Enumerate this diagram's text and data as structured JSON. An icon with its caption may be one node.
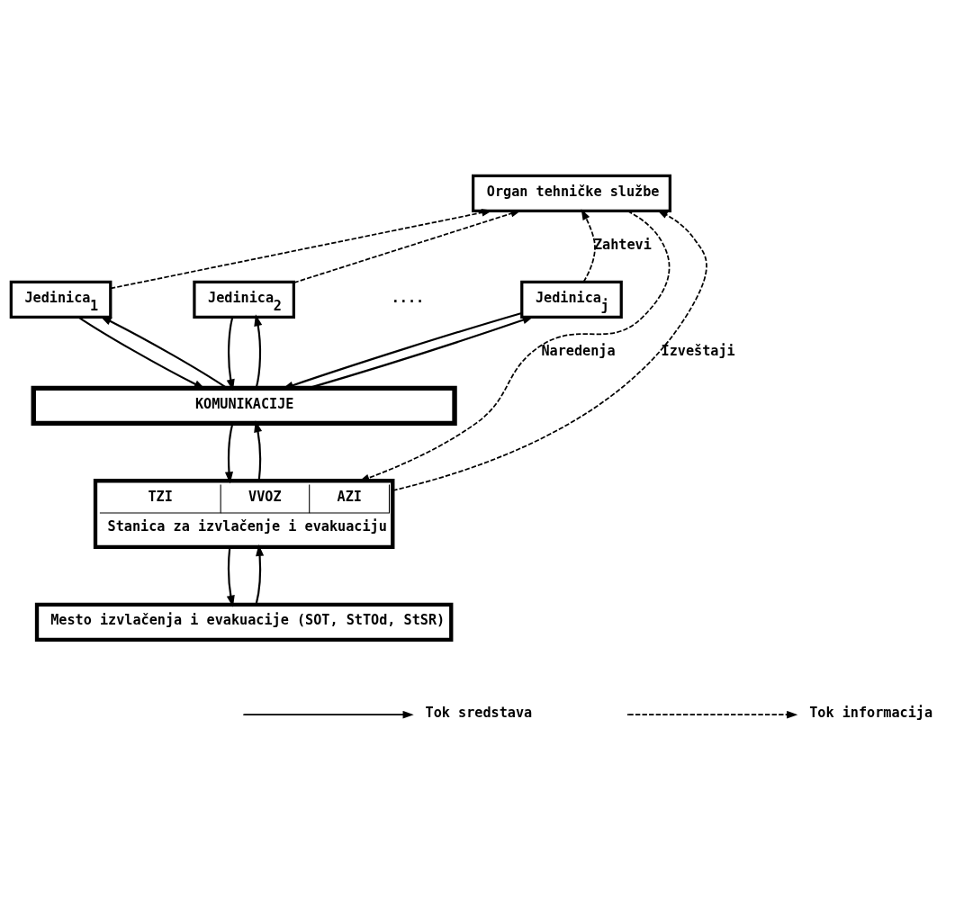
{
  "diagram": {
    "nodes": [
      {
        "text": [
          "Jedinica$_{1}$"
        ]
      },
      {
        "text": [
          "Jedinica$_{2}$"
        ]
      },
      {
        "text": [
          "Jedinica$_{j}$"
        ]
      },
      {
        "text": [
          "Organ tehničke službe"
        ]
      },
      {
        "text": [
          "KOMUNIKACIJE"
        ]
      },
      {
        "text": [
          "TZI",
          "VVOZ",
          "AZI",
          "Stanica za izvlačenje i evakuaciju"
        ]
      },
      {
        "text": [
          "Mesto izvlačenja i evakuacije (SOT, StTOd, StSR)"
        ]
      }
    ],
    "edges": [
      {
        "from": 0,
        "to": 3,
        "arrow": "to",
        "style": "dashed"
      },
      {
        "from": 1,
        "to": 3,
        "arrow": "to",
        "style": "dashed"
      },
      {
        "from": 2,
        "to": 3,
        "arrow": "to",
        "style": "dashed",
        "label": "Zahtevi"
      },
      {
        "from": 0,
        "to": 4,
        "arrow": "to"
      },
      {
        "from": 1,
        "to": 4,
        "arrow": "to"
      },
      {
        "from": 2,
        "to": 4,
        "arrow": "to"
      },
      {
        "from": 4,
        "to": 0,
        "arrow": "to"
      },
      {
        "from": 4,
        "to": 1,
        "arrow": "to"
      },
      {
        "from": 4,
        "to": 2,
        "arrow": "to"
      },
      {
        "from": 5,
        "to": 4,
        "arrow": "to"
      },
      {
        "from": 4,
        "to": 5,
        "arrow": "to"
      },
      {
        "from": 6,
        "to": 5,
        "arrow": "to"
      },
      {
        "from": 5,
        "to": 6,
        "arrow": "to"
      },
      {
        "from": 3,
        "to": 5,
        "arrow": "to",
        "style": "dashed",
        "label": "Naredenja"
      },
      {
        "from": 5,
        "to": 3,
        "arrow": "to",
        "style": "dashed",
        "label": "Izveštaji"
      }
    ],
    "labels": [
      "...."
    ],
    "legend": [
      {
        "text": "Tok sredstava"
      },
      {
        "text": "Tok informacija"
      }
    ]
  }
}
